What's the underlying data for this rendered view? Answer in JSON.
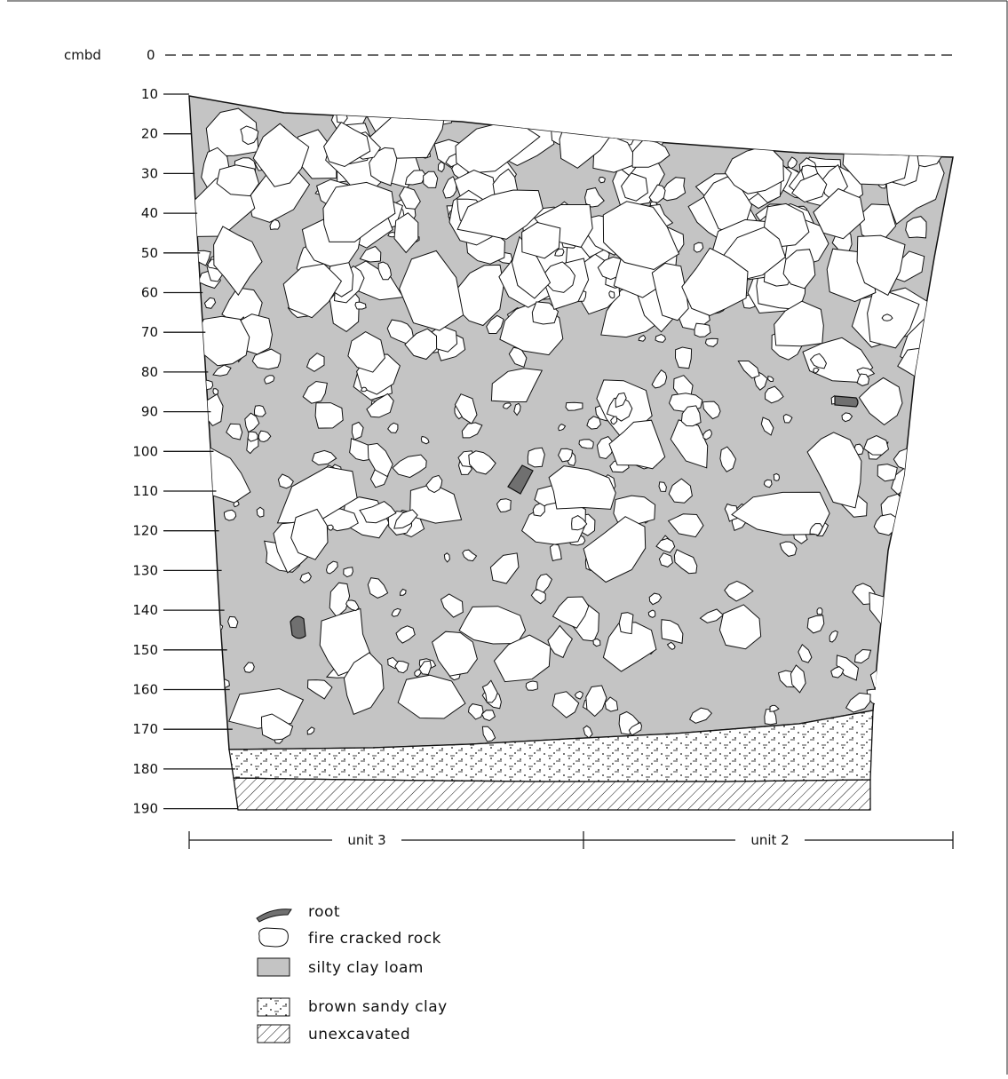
{
  "depth_axis": {
    "unit_label": "cmbd",
    "zero_label": "0",
    "ticks": [
      "10",
      "20",
      "30",
      "40",
      "50",
      "60",
      "70",
      "80",
      "90",
      "100",
      "110",
      "120",
      "130",
      "140",
      "150",
      "160",
      "170",
      "180",
      "190"
    ]
  },
  "units": {
    "left": "unit 3",
    "right": "unit 2"
  },
  "legend": [
    {
      "key": "root",
      "label": "root",
      "icon": "root-swatch"
    },
    {
      "key": "fcr",
      "label": "fire cracked rock",
      "icon": "rock-outline-swatch"
    },
    {
      "key": "silty",
      "label": "silty clay loam",
      "icon": "gray-fill-swatch"
    },
    {
      "key": "sandy",
      "label": "brown sandy clay",
      "icon": "dotted-swatch"
    },
    {
      "key": "unexc",
      "label": "unexcavated",
      "icon": "hatched-swatch"
    }
  ],
  "colors": {
    "silty_clay_loam": "#c4c4c4",
    "root": "#707070",
    "rock": "#ffffff",
    "line": "#111111"
  }
}
